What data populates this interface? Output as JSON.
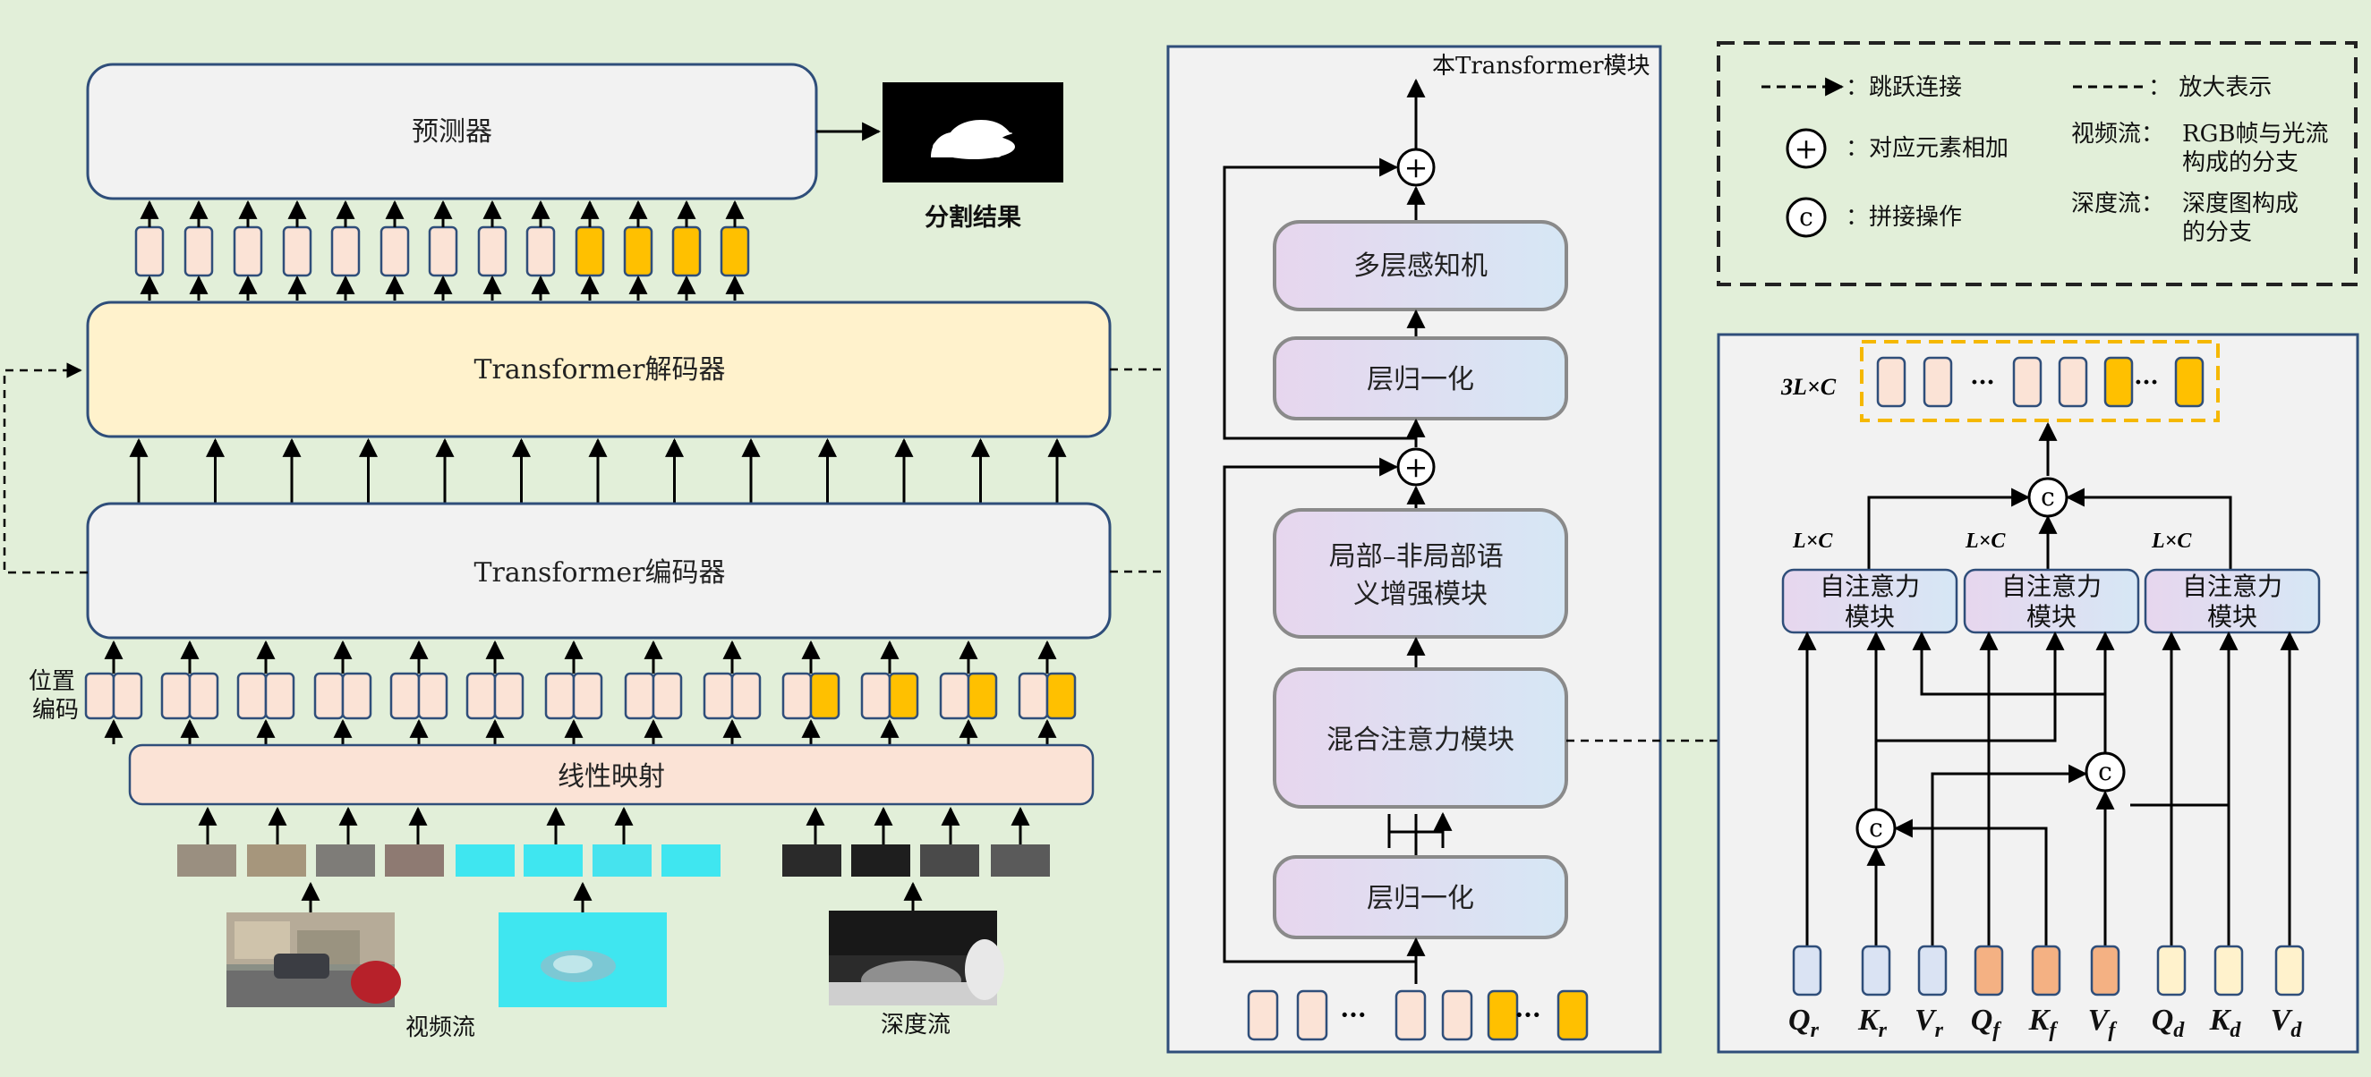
{
  "left": {
    "predictor_label": "预测器",
    "segmentation_result_label": "分割结果",
    "decoder_label": "Transformer解码器",
    "encoder_label": "Transformer编码器",
    "position_encoding_label": "位置\n编码",
    "linear_projection_label": "线性映射",
    "video_stream_label": "视频流",
    "depth_stream_label": "深度流"
  },
  "middle": {
    "title": "本Transformer模块",
    "mlp_label": "多层感知机",
    "layernorm_top_label": "层归一化",
    "local_nonlocal_label": "局部–非局部语\n义增强模块",
    "mixed_attention_label": "混合注意力模块",
    "layernorm_bottom_label": "层归一化",
    "ellipsis": "···"
  },
  "legend": {
    "skip_connection": "：跳跃连接",
    "zoom_display": "：  放大表示",
    "elementwise_add": "：对应元素相加",
    "concat": "：拼接操作",
    "video_stream_key": "视频流：",
    "video_stream_desc": "RGB帧与光流\n构成的分支",
    "depth_stream_key": "深度流：",
    "depth_stream_desc": "深度图构成\n的分支",
    "concat_symbol": "c",
    "add_symbol": "+"
  },
  "right": {
    "output_dim": "3L×C",
    "branch_dim": "L×C",
    "self_attention_label": "自注意力\n模块",
    "ellipsis": "···",
    "qkv": [
      {
        "base": "Q",
        "sub": "r"
      },
      {
        "base": "K",
        "sub": "r"
      },
      {
        "base": "V",
        "sub": "r"
      },
      {
        "base": "Q",
        "sub": "f"
      },
      {
        "base": "K",
        "sub": "f"
      },
      {
        "base": "V",
        "sub": "f"
      },
      {
        "base": "Q",
        "sub": "d"
      },
      {
        "base": "K",
        "sub": "d"
      },
      {
        "base": "V",
        "sub": "d"
      }
    ]
  },
  "colors": {
    "background": "#e2efd9",
    "token_pink": "#fbe3d6",
    "token_yellow": "#ffc000",
    "token_blue": "#dae3f3",
    "token_orange": "#f4b183",
    "token_cream": "#fff2cc",
    "decoder_fill": "#fff2cc",
    "linear_fill": "#fbe3d6",
    "panel_border": "#2f4e7a",
    "module_fill_start": "#e8d8ef",
    "module_fill_end": "#d9e8f5",
    "legend_dash_border": "#222222",
    "output_dash_border": "#f5b800"
  }
}
